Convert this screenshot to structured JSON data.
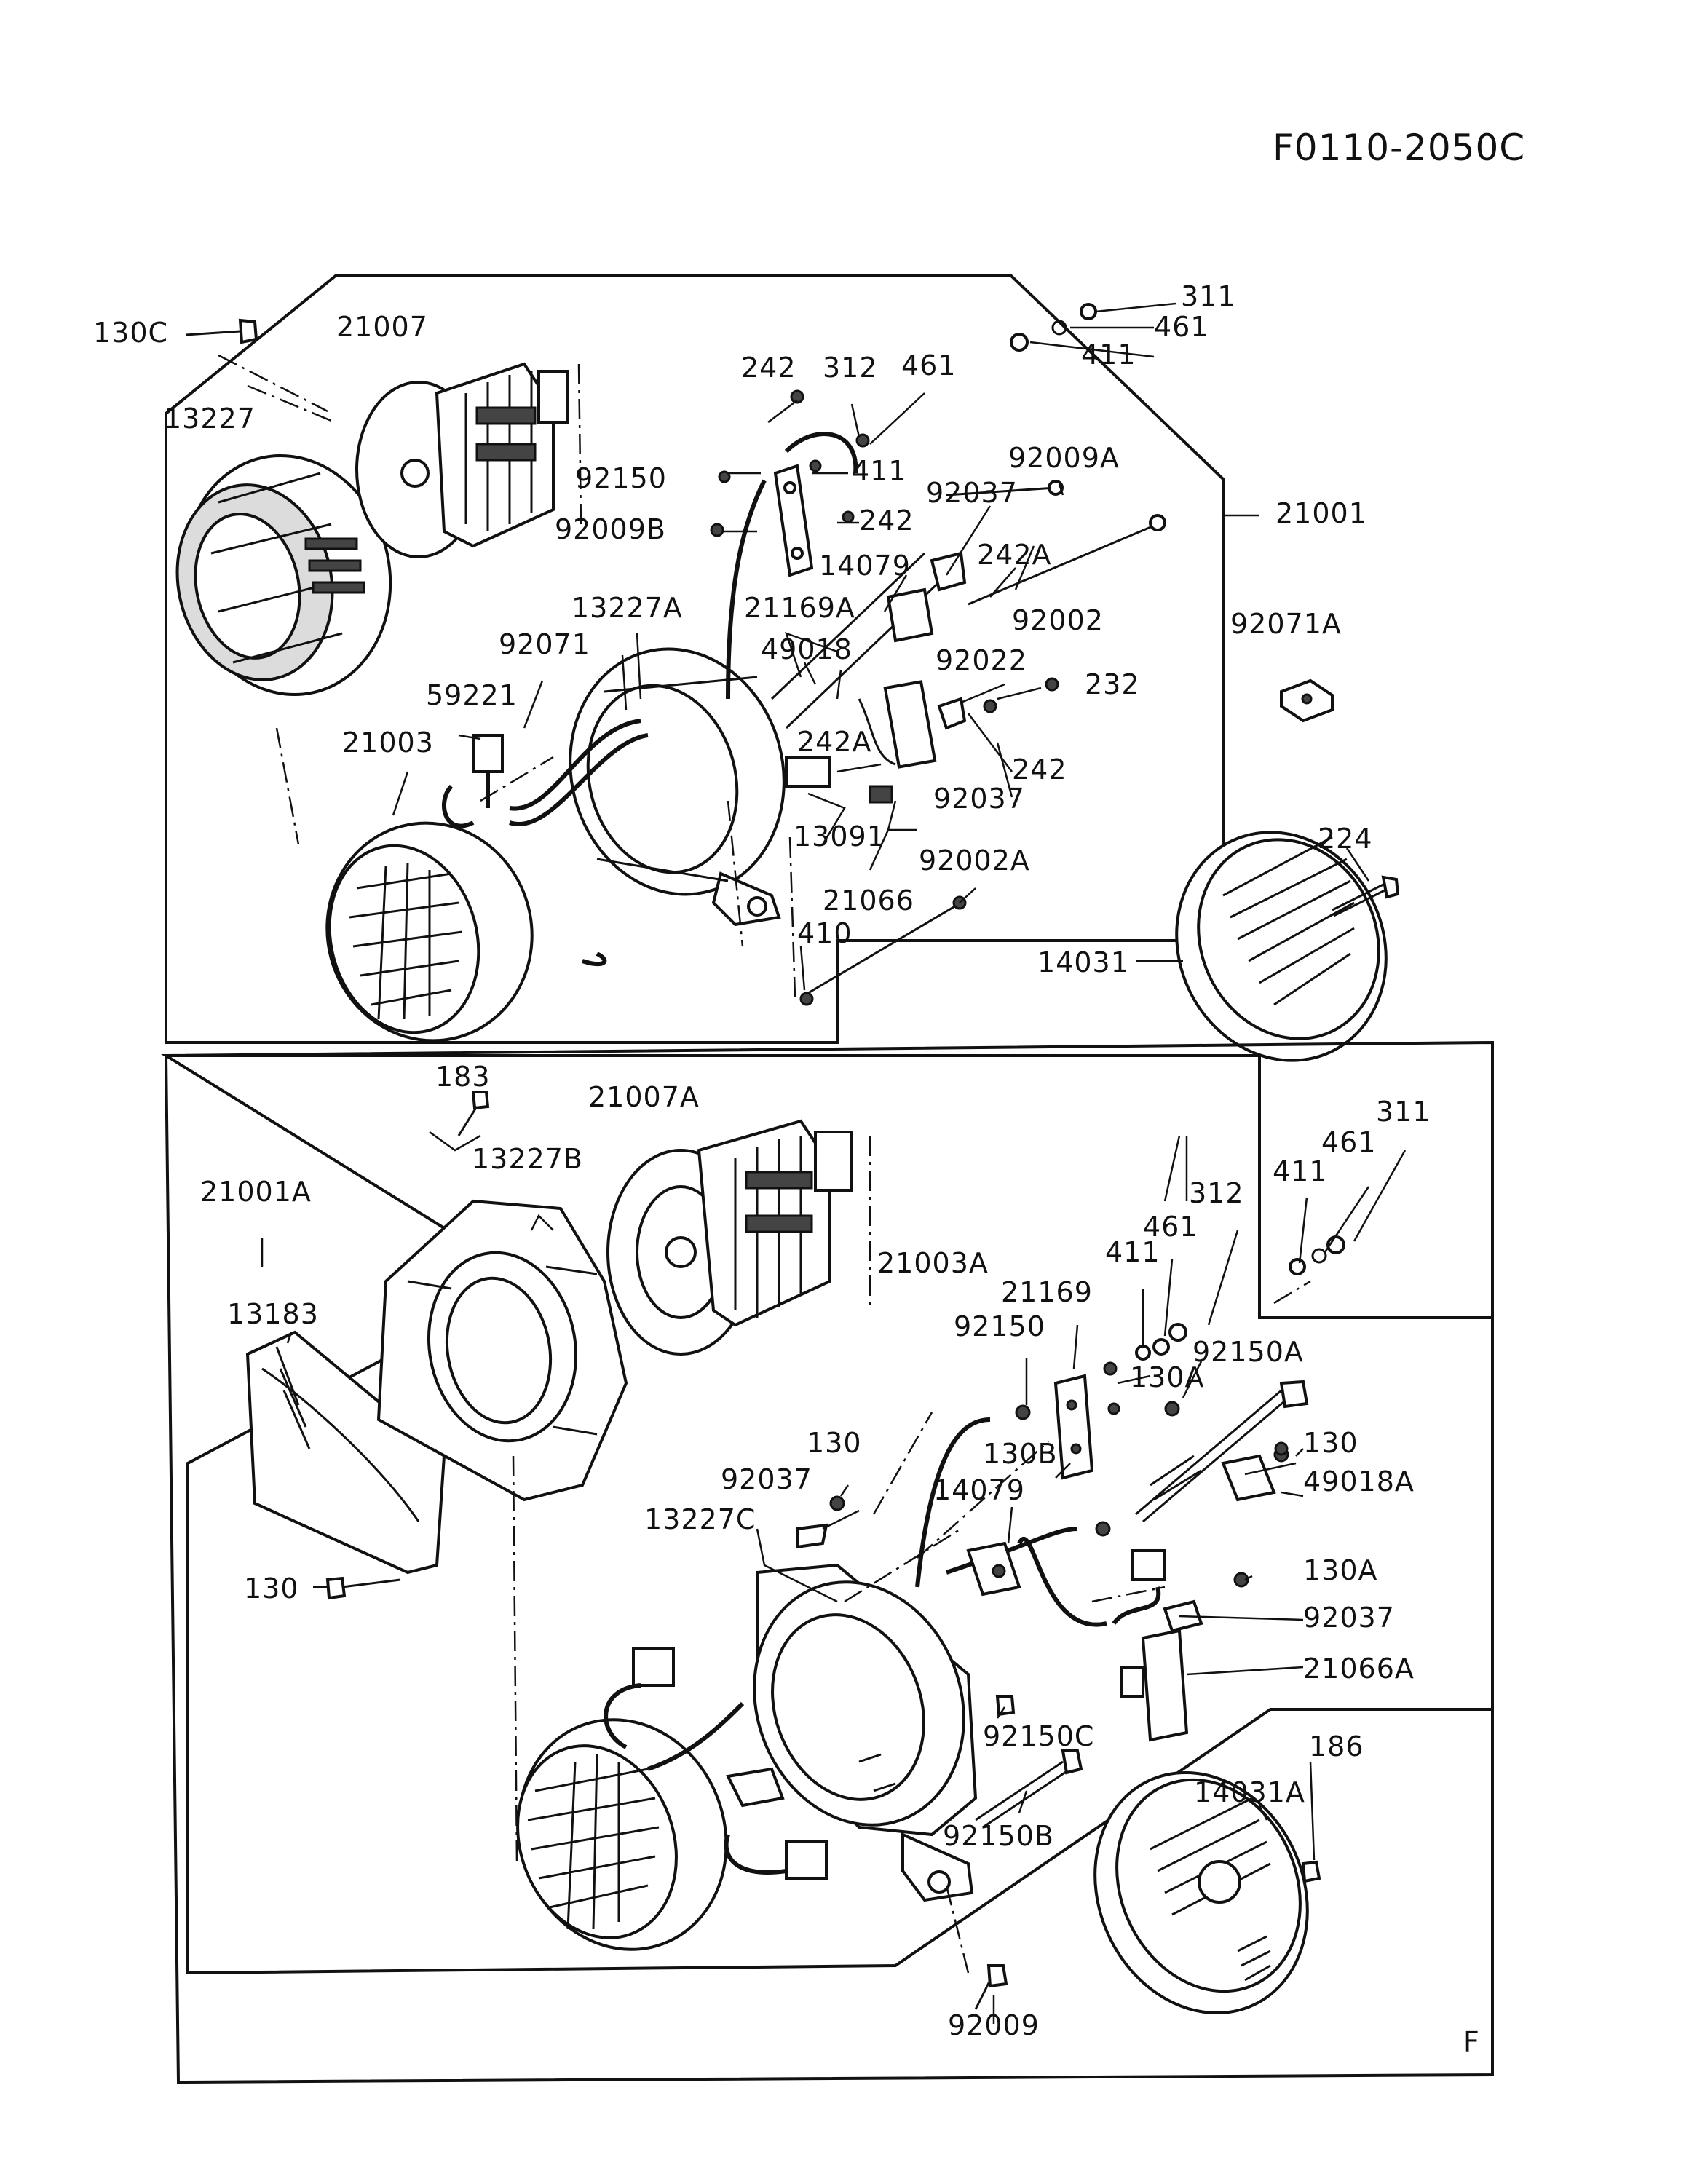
{
  "drawing_number": "F0110-2050C",
  "sheet_letter": "F",
  "upper_assembly": {
    "labels": {
      "l130C": "130C",
      "l21007": "21007",
      "l13227": "13227",
      "l242a": "242",
      "l312": "312",
      "l461": "461",
      "l311": "311",
      "l461b": "461",
      "l411": "411",
      "l92150": "92150",
      "l411b": "411",
      "l92009A": "92009A",
      "l92037": "92037",
      "l21001": "21001",
      "l92009B": "92009B",
      "l242b": "242",
      "l14079": "14079",
      "l242A": "242A",
      "l13227A": "13227A",
      "l21169A": "21169A",
      "l92002": "92002",
      "l92071A": "92071A",
      "l92071": "92071",
      "l49018": "49018",
      "l92022": "92022",
      "l232": "232",
      "l59221": "59221",
      "l21003": "21003",
      "l242Ab": "242A",
      "l242c": "242",
      "l92037b": "92037",
      "l13091": "13091",
      "l224": "224",
      "l92002A": "92002A",
      "l21066": "21066",
      "l410": "410",
      "l14031": "14031"
    }
  },
  "lower_assembly": {
    "labels": {
      "l183": "183",
      "l21007A": "21007A",
      "l311": "311",
      "l461": "461",
      "l411": "411",
      "l13227B": "13227B",
      "l312": "312",
      "l21001A": "21001A",
      "l461b": "461",
      "l21003A": "21003A",
      "l411b": "411",
      "l13183": "13183",
      "l21169": "21169",
      "l92150": "92150",
      "l92150A": "92150A",
      "l130A": "130A",
      "l130": "130",
      "l130b": "130",
      "l92037": "92037",
      "l130B": "130B",
      "l49018A": "49018A",
      "l14079": "14079",
      "l13227C": "13227C",
      "l130Ab": "130A",
      "l130c": "130",
      "l92037b": "92037",
      "l21066A": "21066A",
      "l92150C": "92150C",
      "l186": "186",
      "l14031A": "14031A",
      "l92150B": "92150B",
      "l92009": "92009"
    }
  }
}
